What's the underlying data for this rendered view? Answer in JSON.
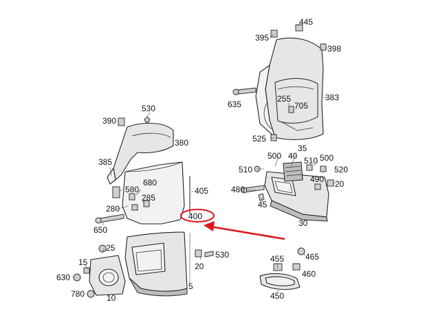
{
  "diagram": {
    "highlighted_part": "400",
    "highlight_color": "#e0141b",
    "callouts": [
      {
        "id": "c445",
        "label": "445"
      },
      {
        "id": "c395",
        "label": "395"
      },
      {
        "id": "c398",
        "label": "398"
      },
      {
        "id": "c383",
        "label": "383"
      },
      {
        "id": "c635",
        "label": "635"
      },
      {
        "id": "c255",
        "label": "255"
      },
      {
        "id": "c705",
        "label": "705"
      },
      {
        "id": "c525",
        "label": "525"
      },
      {
        "id": "c530a",
        "label": "530"
      },
      {
        "id": "c390",
        "label": "390"
      },
      {
        "id": "c380",
        "label": "380"
      },
      {
        "id": "c385",
        "label": "385"
      },
      {
        "id": "c680",
        "label": "680"
      },
      {
        "id": "c580",
        "label": "580"
      },
      {
        "id": "c285",
        "label": "285"
      },
      {
        "id": "c405",
        "label": "405"
      },
      {
        "id": "c280",
        "label": "280"
      },
      {
        "id": "c650",
        "label": "650"
      },
      {
        "id": "c400",
        "label": "400"
      },
      {
        "id": "c35",
        "label": "35"
      },
      {
        "id": "c500a",
        "label": "500"
      },
      {
        "id": "c40",
        "label": "40"
      },
      {
        "id": "c500b",
        "label": "500"
      },
      {
        "id": "c510a",
        "label": "510"
      },
      {
        "id": "c510b",
        "label": "510"
      },
      {
        "id": "c520",
        "label": "520"
      },
      {
        "id": "c480",
        "label": "480"
      },
      {
        "id": "c490",
        "label": "490"
      },
      {
        "id": "c20a",
        "label": "20"
      },
      {
        "id": "c45",
        "label": "45"
      },
      {
        "id": "c30",
        "label": "30"
      },
      {
        "id": "c25",
        "label": "25"
      },
      {
        "id": "c15",
        "label": "15"
      },
      {
        "id": "c630",
        "label": "630"
      },
      {
        "id": "c780",
        "label": "780"
      },
      {
        "id": "c10",
        "label": "10"
      },
      {
        "id": "c20b",
        "label": "20"
      },
      {
        "id": "c530b",
        "label": "530"
      },
      {
        "id": "c5",
        "label": "5"
      },
      {
        "id": "c455",
        "label": "455"
      },
      {
        "id": "c465",
        "label": "465"
      },
      {
        "id": "c460",
        "label": "460"
      },
      {
        "id": "c450",
        "label": "450"
      }
    ]
  }
}
